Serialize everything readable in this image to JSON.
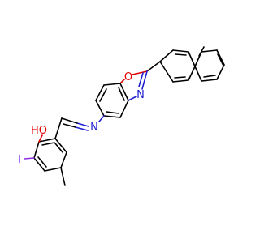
{
  "molecule": {
    "atom_labels": [
      {
        "id": "label-oxazole-o",
        "text": "O",
        "color": "#e00000"
      },
      {
        "id": "label-oxazole-n",
        "text": "N",
        "color": "#1f1fd0"
      },
      {
        "id": "label-imine-n",
        "text": "N",
        "color": "#1f1fd0"
      },
      {
        "id": "label-hydroxyl",
        "text": "HO",
        "color": "#e00000"
      },
      {
        "id": "label-iodine",
        "text": "I",
        "color": "#8a2be2"
      }
    ],
    "colors": {
      "carbon_bond": "#000000",
      "nitrogen": "#1f1fd0",
      "oxygen": "#e00000",
      "iodine": "#8a2be2",
      "background": "#ffffff"
    }
  }
}
